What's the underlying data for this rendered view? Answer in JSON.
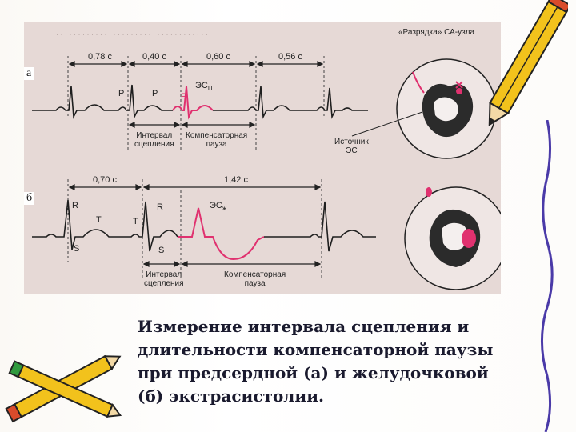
{
  "figure": {
    "top_row_label": "а",
    "bottom_row_label": "б",
    "title_sa_discharge": "«Разрядка» СА-узла",
    "strip_a": {
      "intervals": [
        "0,78 с",
        "0,40 с",
        "0,60 с",
        "0,56 с"
      ],
      "wave_labels": [
        "P",
        "P",
        "P"
      ],
      "extrasystole_label": "ЭС",
      "extrasystole_sub": "П",
      "coupling_interval": [
        "Интервал",
        "сцепления"
      ],
      "compensatory_pause": [
        "Компенсаторная",
        "пауза"
      ],
      "source_label": [
        "Источник",
        "ЭС"
      ]
    },
    "strip_b": {
      "intervals": [
        "0,70 с",
        "1,42 с"
      ],
      "wave_labels": [
        "R",
        "T",
        "T",
        "R",
        "S",
        "S"
      ],
      "extrasystole_label": "ЭС",
      "extrasystole_sub": "ж",
      "coupling_interval": [
        "Интервал",
        "сцепления"
      ],
      "compensatory_pause": [
        "Компенсаторная",
        "пауза"
      ]
    }
  },
  "caption": "Измерение интервала сцепления и длительности компенсаторной паузы при предсердной (а) и желудочковой (б) экстрасистолии.",
  "colors": {
    "ecg_trace": "#1f1f1f",
    "extrasystole": "#e0316f",
    "figure_bg": "#e6d9d6",
    "caption_text": "#1a1a2e",
    "pencil_body": "#f2c21c"
  }
}
